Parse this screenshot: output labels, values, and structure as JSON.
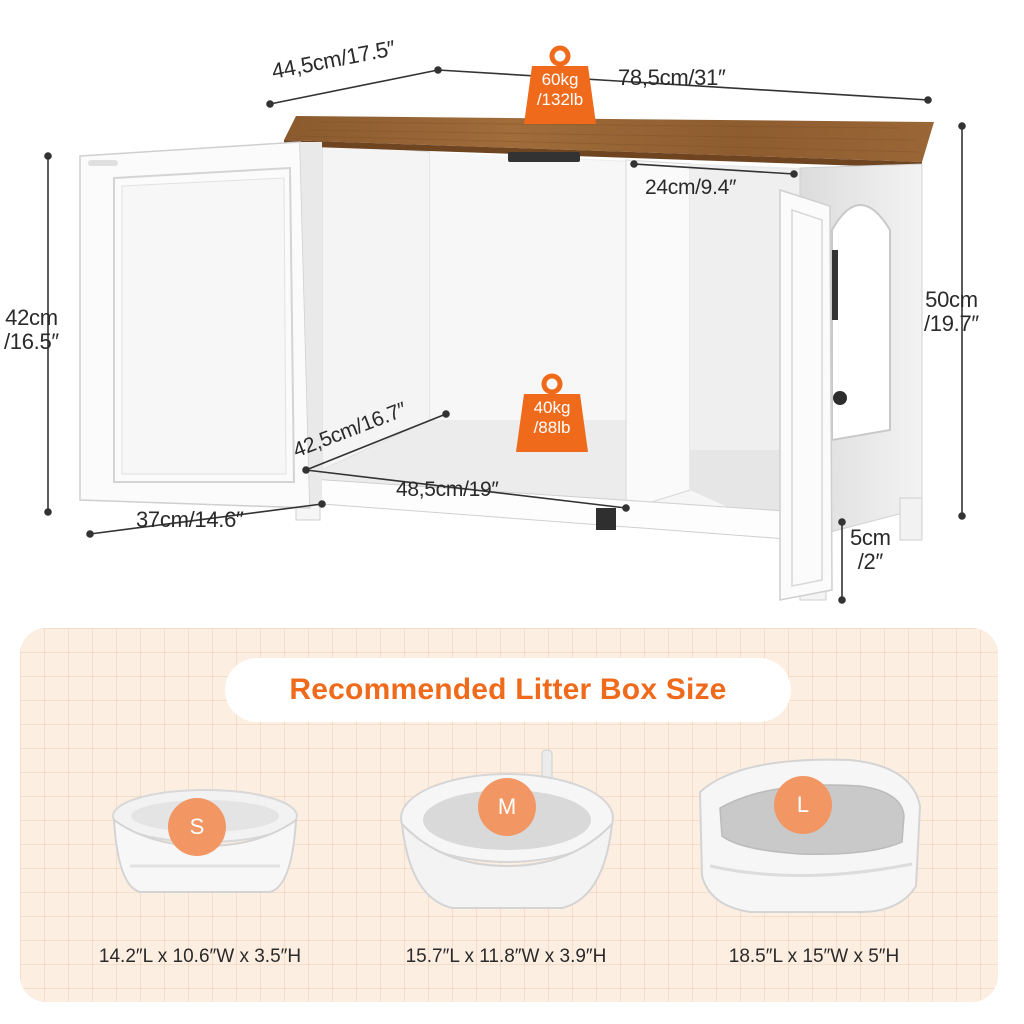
{
  "dimensions": {
    "depth_top": "44,5cm/17.5″",
    "width_top": "78,5cm/31″",
    "compartment_width": "24cm/9.4″",
    "overall_height_a": "50cm",
    "overall_height_b": "/19.7″",
    "door_height_a": "42cm",
    "door_height_b": "/16.5″",
    "inner_depth": "42,5cm/16.7″",
    "inner_width": "48,5cm/19″",
    "door_width": "37cm/14.6″",
    "leg_height_a": "5cm",
    "leg_height_b": "/2″"
  },
  "weights": {
    "top_a": "60kg",
    "top_b": "/132lb",
    "bottom_a": "40kg",
    "bottom_b": "/88lb"
  },
  "recommendation": {
    "title": "Recommended Litter Box Size",
    "boxes": [
      {
        "size": "S",
        "dims": "14.2″L x 10.6″W x 3.5″H"
      },
      {
        "size": "M",
        "dims": "15.7″L x 11.8″W x 3.9″H"
      },
      {
        "size": "L",
        "dims": "18.5″L x 15″W x 5″H"
      }
    ]
  },
  "colors": {
    "accent": "#f06a1c",
    "badge": "#f29764",
    "wood": "#8b5a2b",
    "panel": "#fdeee2"
  }
}
